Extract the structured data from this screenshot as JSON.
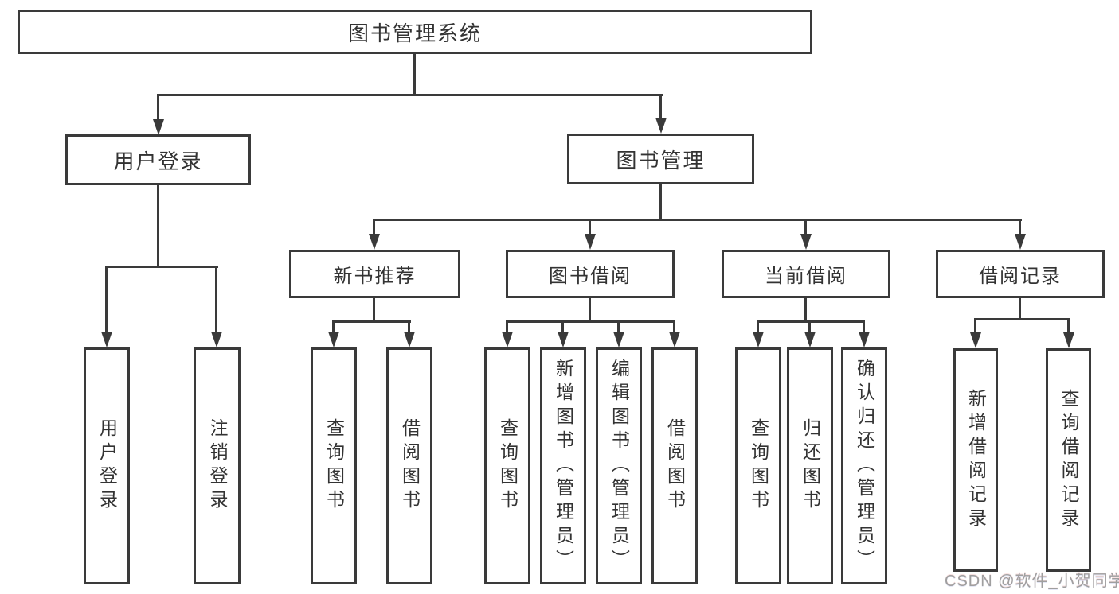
{
  "colors": {
    "line": "#3a3a3a",
    "text": "#333333",
    "watermark": "#9f9f9f"
  },
  "tree": {
    "label": "图书管理系统",
    "children": [
      {
        "label": "用户登录",
        "children": [
          {
            "label": "用户登录"
          },
          {
            "label": "注销登录"
          }
        ]
      },
      {
        "label": "图书管理",
        "children": [
          {
            "label": "新书推荐",
            "children": [
              {
                "label": "查询图书"
              },
              {
                "label": "借阅图书"
              }
            ]
          },
          {
            "label": "图书借阅",
            "children": [
              {
                "label": "查询图书"
              },
              {
                "label": "新增图书（管理员）"
              },
              {
                "label": "编辑图书（管理员）"
              },
              {
                "label": "借阅图书"
              }
            ]
          },
          {
            "label": "当前借阅",
            "children": [
              {
                "label": "查询图书"
              },
              {
                "label": "归还图书"
              },
              {
                "label": "确认归还（管理员）"
              }
            ]
          },
          {
            "label": "借阅记录",
            "children": [
              {
                "label": "新增借阅记录"
              },
              {
                "label": "查询借阅记录"
              }
            ]
          }
        ]
      }
    ]
  },
  "watermark": {
    "text": "CSDN @软件_小贺同学"
  }
}
